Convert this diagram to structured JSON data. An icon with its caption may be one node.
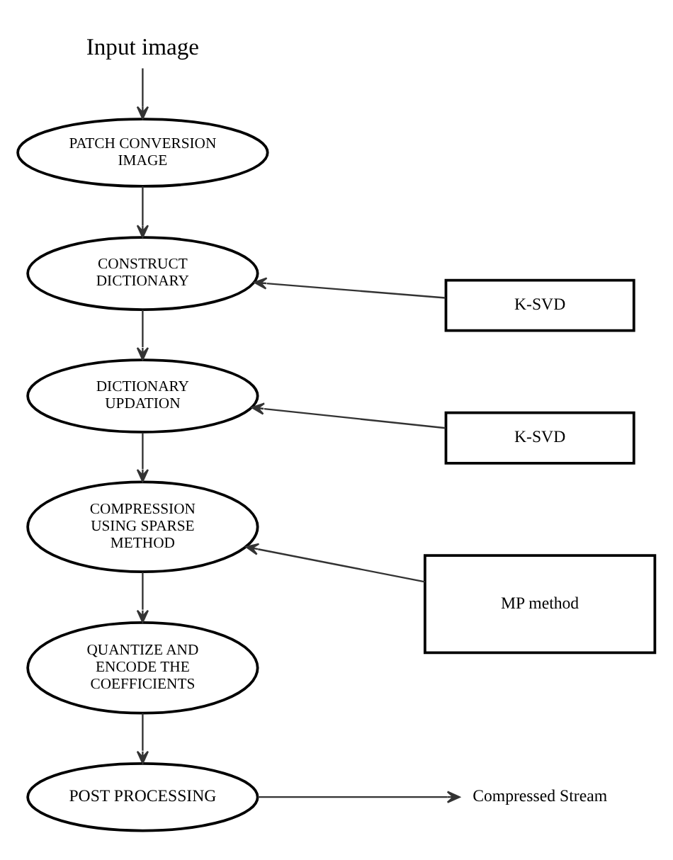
{
  "diagram": {
    "nodes": [
      {
        "text": [
          "Input image"
        ]
      },
      {
        "text": [
          "PATCH CONVERSION IMAGE"
        ]
      },
      {
        "text": [
          "CONSTRUCT DICTIONARY"
        ]
      },
      {
        "text": [
          "K-SVD"
        ]
      },
      {
        "text": [
          "DICTIONARY UPDATION"
        ]
      },
      {
        "text": [
          "K-SVD"
        ]
      },
      {
        "text": [
          "COMPRESSION USING SPARSE METHOD"
        ]
      },
      {
        "text": [
          "MP method"
        ]
      },
      {
        "text": [
          "QUANTIZE AND ENCODE THE COEFFICIENTS"
        ]
      },
      {
        "text": [
          "POST PROCESSING"
        ]
      },
      {
        "text": [
          "Compressed Stream"
        ]
      }
    ],
    "edges": [
      {
        "from": 0,
        "to": 1,
        "arrow": "to"
      },
      {
        "from": 1,
        "to": 2,
        "arrow": "to"
      },
      {
        "from": 3,
        "to": 2,
        "arrow": "to"
      },
      {
        "from": 2,
        "to": 4,
        "arrow": "to"
      },
      {
        "from": 5,
        "to": 4,
        "arrow": "to"
      },
      {
        "from": 4,
        "to": 6,
        "arrow": "to"
      },
      {
        "from": 7,
        "to": 6,
        "arrow": "to"
      },
      {
        "from": 6,
        "to": 8,
        "arrow": "to"
      },
      {
        "from": 8,
        "to": 9,
        "arrow": "to"
      },
      {
        "from": 9,
        "to": 10,
        "arrow": "to"
      }
    ]
  }
}
